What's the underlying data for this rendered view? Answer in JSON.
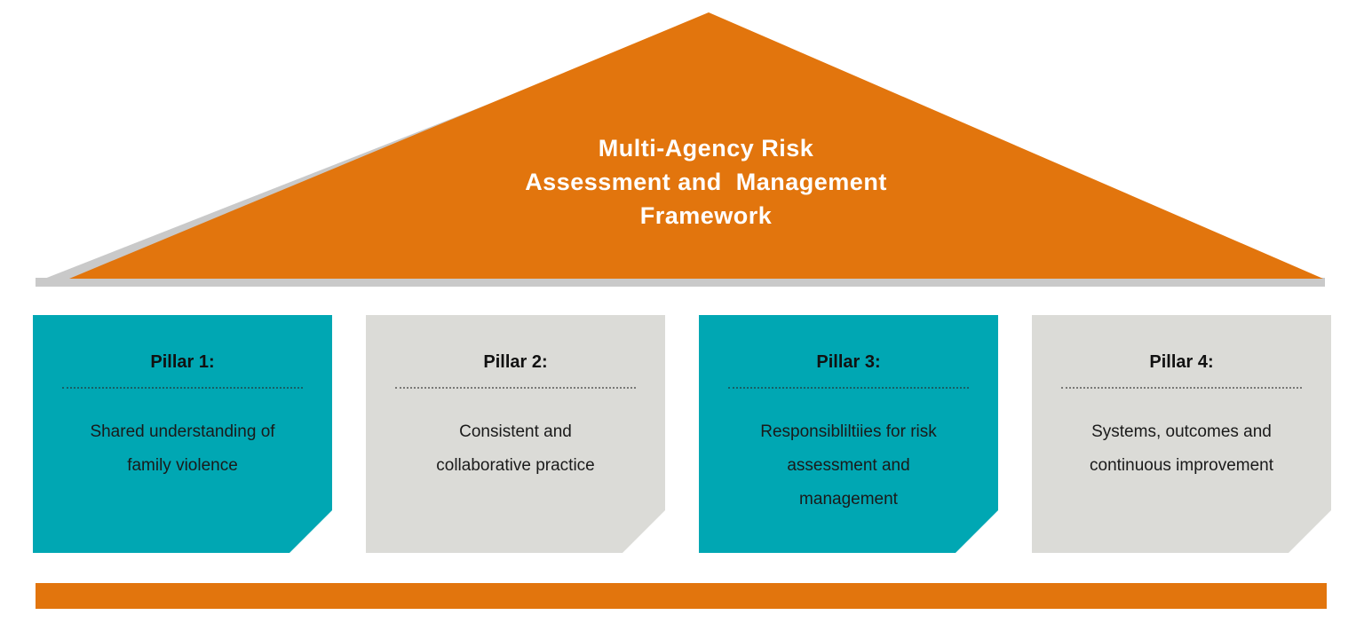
{
  "colors": {
    "orange": "#E2750D",
    "teal": "#00A7B3",
    "gray": "#DBDBD7",
    "shadow": "#C9C9C9",
    "text": "#1A1A1A",
    "title_text": "#FFFFFF"
  },
  "roof": {
    "title": "Multi-Agency Risk\nAssessment and  Management\nFramework"
  },
  "pillars": [
    {
      "label": "Pillar 1:",
      "text": "Shared understanding of\nfamily violence",
      "variant": "teal"
    },
    {
      "label": "Pillar 2:",
      "text": "Consistent and\ncollaborative practice",
      "variant": "gray"
    },
    {
      "label": "Pillar 3:",
      "text": "Responsibliltiies for risk\nassessment and\nmanagement",
      "variant": "teal"
    },
    {
      "label": "Pillar 4:",
      "text": "Systems, outcomes and\ncontinuous improvement",
      "variant": "gray"
    }
  ]
}
